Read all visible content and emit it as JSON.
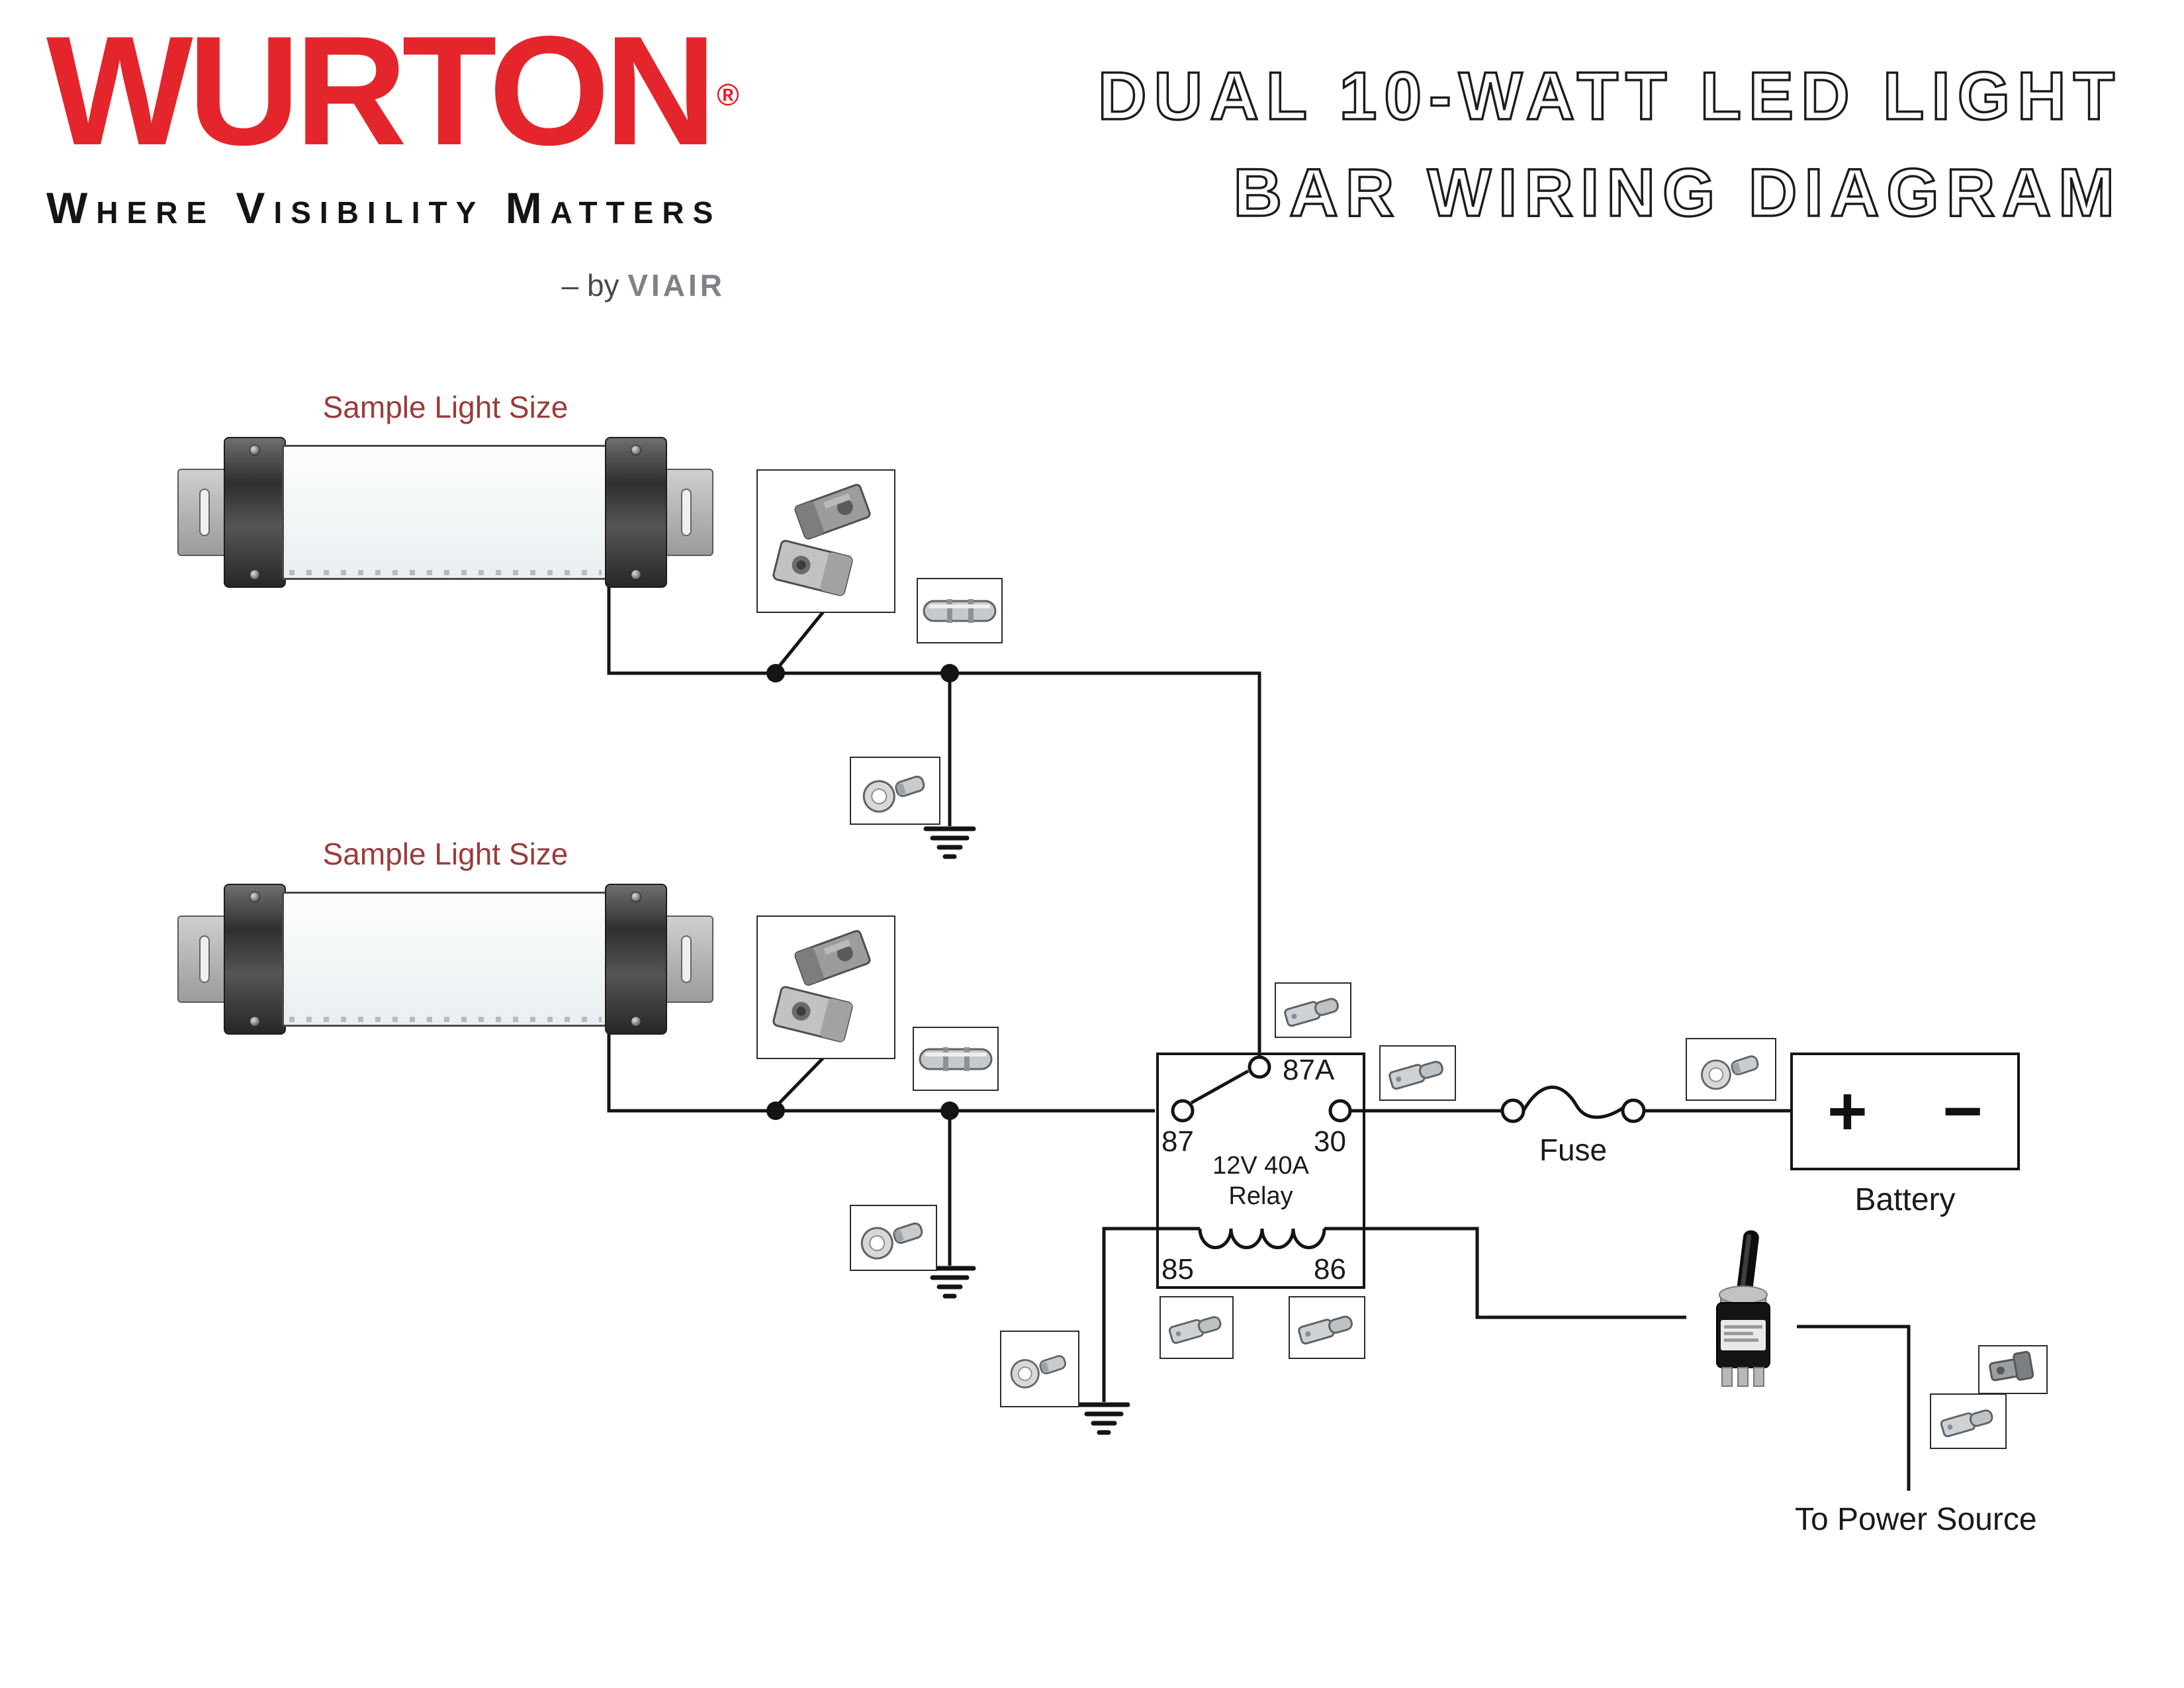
{
  "colors": {
    "logo_red": "#e4252b",
    "light_label_red": "#9a3b3b",
    "wire": "#141414"
  },
  "brand": {
    "logo_text": "WURTON",
    "registered": "®",
    "tagline": "Where Visibility Matters",
    "byline_prefix": "– by",
    "byline_brand": "VIAIR"
  },
  "title": {
    "line1": "DUAL 10-WATT LED LIGHT",
    "line2": "BAR WIRING DIAGRAM"
  },
  "lights": {
    "bar1_label": "Sample Light Size",
    "bar2_label": "Sample Light Size"
  },
  "relay": {
    "pin_87a": "87A",
    "pin_87": "87",
    "pin_30": "30",
    "pin_85": "85",
    "pin_86": "86",
    "rating": "12V  40A",
    "name": "Relay"
  },
  "fuse": {
    "label": "Fuse"
  },
  "battery": {
    "positive": "+",
    "negative": "−",
    "label": "Battery"
  },
  "power_source": {
    "label": "To Power Source"
  },
  "icons": {
    "connector_pair": "weatherproof-connector-pair-icon",
    "butt_connector": "butt-splice-connector-icon",
    "ring_terminal": "ring-terminal-icon",
    "spade_terminal": "spade-terminal-icon",
    "right_angle_connector": "right-angle-connector-icon",
    "toggle_switch": "toggle-switch-icon",
    "ground": "ground-symbol",
    "junction": "junction-dot"
  }
}
